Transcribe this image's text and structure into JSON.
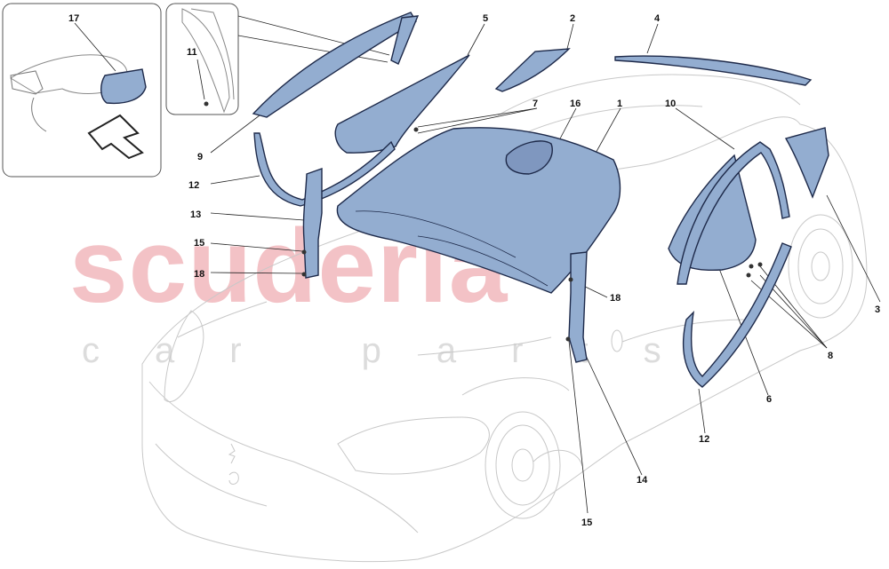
{
  "watermark": {
    "brand": "scuderia",
    "sub": "car parts"
  },
  "colors": {
    "glass": "#93add0",
    "outline": "#1e2a4a",
    "watermark": "#f3c2c6",
    "car_line": "#c8c8c8"
  },
  "callouts": {
    "c1": "1",
    "c2": "2",
    "c3": "3",
    "c4": "4",
    "c5": "5",
    "c6": "6",
    "c7": "7",
    "c8": "8",
    "c9": "9",
    "c10": "10",
    "c11": "11",
    "c12a": "12",
    "c12b": "12",
    "c13": "13",
    "c14": "14",
    "c15a": "15",
    "c15b": "15",
    "c16": "16",
    "c17": "17",
    "c18a": "18",
    "c18b": "18"
  }
}
